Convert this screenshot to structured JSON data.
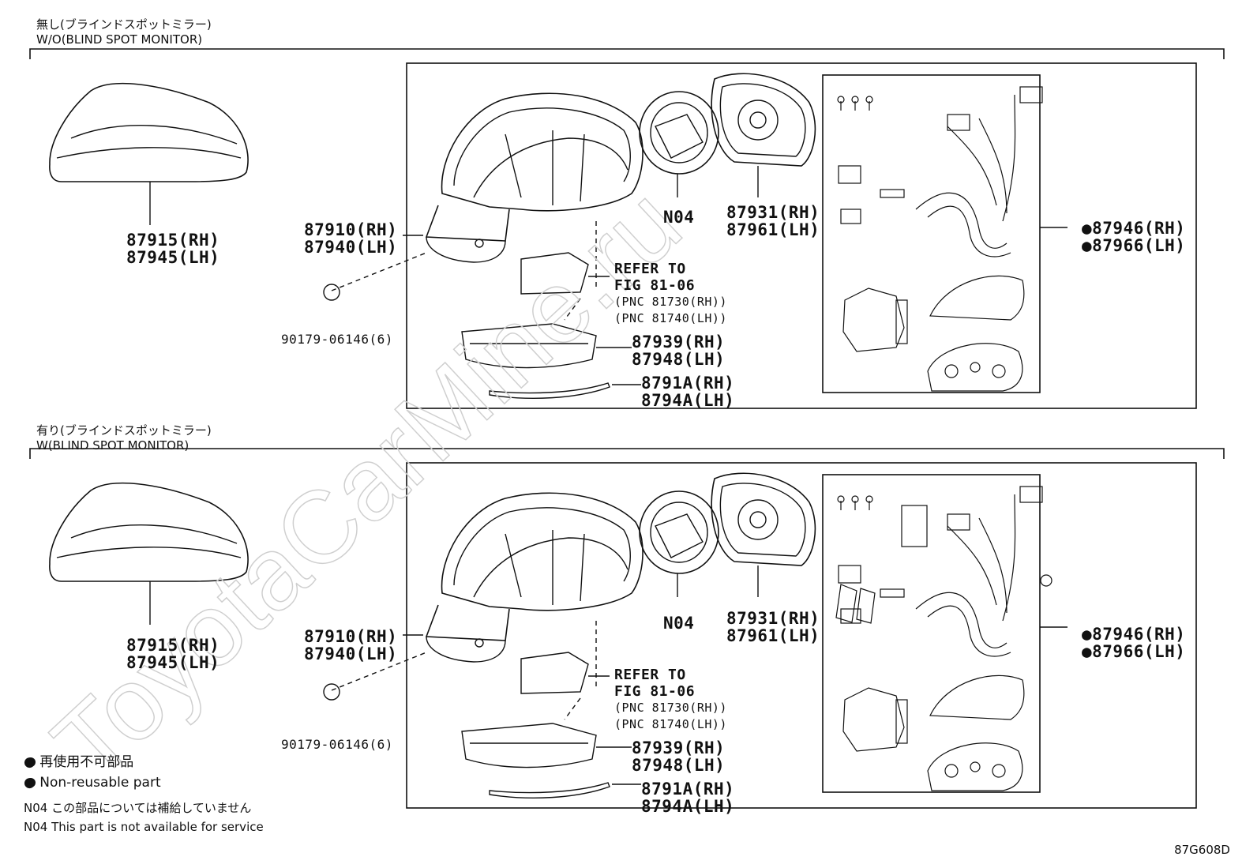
{
  "sections": [
    {
      "header_jp": "無し(ブラインドスポットミラー)",
      "header_en": "W/O(BLIND SPOT MONITOR)",
      "cover": [
        "87915(RH)",
        "87945(LH)"
      ],
      "mirror": [
        "87910(RH)",
        "87940(LH)"
      ],
      "clip": "90179-06146(6)",
      "actuator": "N04",
      "mirror_glass": [
        "87931(RH)",
        "87961(LH)"
      ],
      "ref": [
        "REFER TO",
        "FIG 81-06",
        "(PNC 81730(RH))",
        "(PNC 81740(LH))"
      ],
      "lamp": [
        "87939(RH)",
        "87948(LH)"
      ],
      "garnish": [
        "8791A(RH)",
        "8794A(LH)"
      ],
      "kit": [
        "●87946(RH)",
        "●87966(LH)"
      ]
    },
    {
      "header_jp": "有り(ブラインドスポットミラー)",
      "header_en": "W(BLIND SPOT MONITOR)",
      "cover": [
        "87915(RH)",
        "87945(LH)"
      ],
      "mirror": [
        "87910(RH)",
        "87940(LH)"
      ],
      "clip": "90179-06146(6)",
      "actuator": "N04",
      "mirror_glass": [
        "87931(RH)",
        "87961(LH)"
      ],
      "ref": [
        "REFER TO",
        "FIG 81-06",
        "(PNC 81730(RH))",
        "(PNC 81740(LH))"
      ],
      "lamp": [
        "87939(RH)",
        "87948(LH)"
      ],
      "garnish": [
        "8791A(RH)",
        "8794A(LH)"
      ],
      "kit": [
        "●87946(RH)",
        "●87966(LH)"
      ]
    }
  ],
  "legend": {
    "jp": "● 再使用不可部品",
    "en": "● Non-reusable part",
    "note_jp": "N04 この部品については補給していません",
    "note_en": "N04 This part is not available for service"
  },
  "figure_code": "87G608D",
  "watermark": "ToyotaCarMine.ru"
}
